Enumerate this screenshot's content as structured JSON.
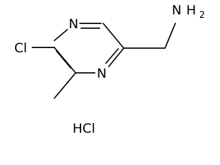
{
  "molecule": {
    "atoms": {
      "ring_n_top": "N",
      "ring_n_bottom": "N",
      "chlorine": "Cl",
      "amine_n": "N",
      "amine_h": "H",
      "amine_h_count": "2"
    },
    "salt": "HCl"
  }
}
